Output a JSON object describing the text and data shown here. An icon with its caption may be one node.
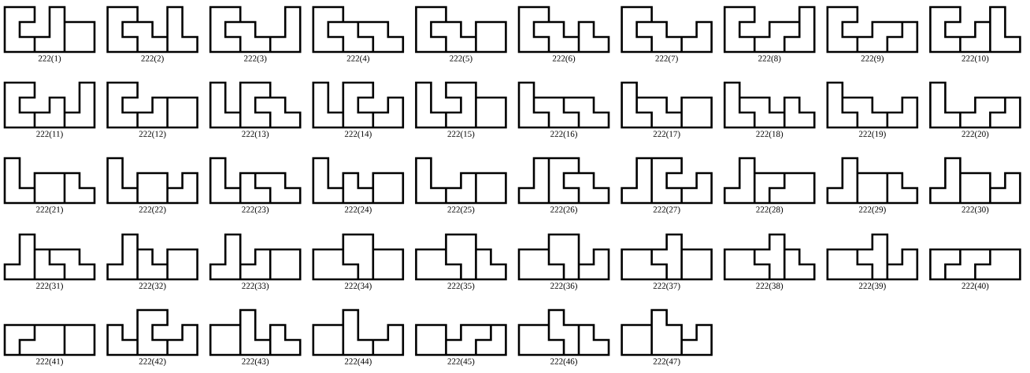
{
  "diagram": {
    "labels": [
      "222(1)",
      "222(2)",
      "222(3)",
      "222(4)",
      "222(5)",
      "222(6)",
      "222(7)",
      "222(8)",
      "222(9)",
      "222(10)",
      "222(11)",
      "222(12)",
      "222(13)",
      "222(14)",
      "222(15)",
      "222(16)",
      "222(17)",
      "222(18)",
      "222(19)",
      "222(20)",
      "222(21)",
      "222(22)",
      "222(23)",
      "222(24)",
      "222(25)",
      "222(26)",
      "222(27)",
      "222(28)",
      "222(29)",
      "222(30)",
      "222(31)",
      "222(32)",
      "222(33)",
      "222(34)",
      "222(35)",
      "222(36)",
      "222(37)",
      "222(38)",
      "222(39)",
      "222(40)",
      "222(41)",
      "222(42)",
      "222(43)",
      "222(44)",
      "222(45)",
      "222(46)",
      "222(47)"
    ]
  }
}
